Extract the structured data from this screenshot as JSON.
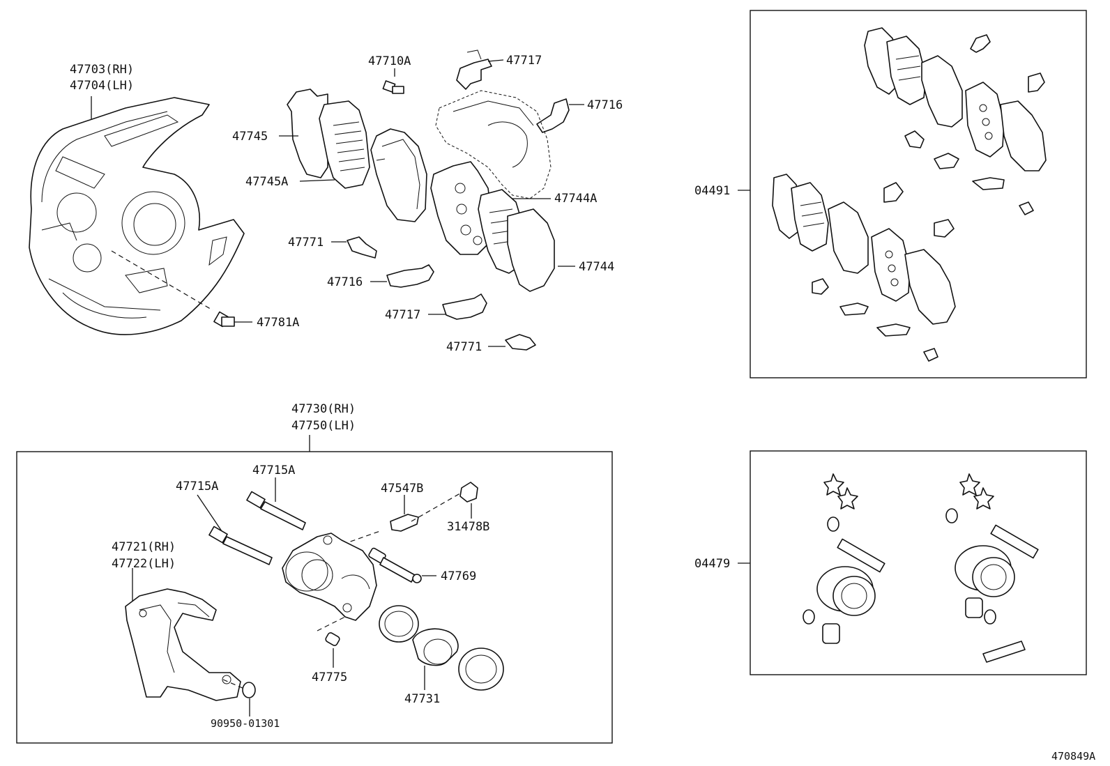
{
  "drawing_id": "470849A",
  "colors": {
    "line": "#111111",
    "background": "#ffffff"
  },
  "labels": {
    "dust_cover_rh": "47703(RH)",
    "dust_cover_lh": "47704(LH)",
    "bolt_47781A": "47781A",
    "pad_shim_47745": "47745",
    "pad_shim_47745A": "47745A",
    "bolt_47710A": "47710A",
    "clip_47717_top": "47717",
    "clip_47716_top": "47716",
    "pad_47744A": "47744A",
    "pad_47744": "47744",
    "clip_47771_a": "47771",
    "clip_47716_b": "47716",
    "clip_47717_b": "47717",
    "clip_47771_b": "47771",
    "kit_04491": "04491",
    "kit_04479": "04479",
    "caliper_rh": "47730(RH)",
    "caliper_lh": "47750(LH)",
    "pin_47715A_left": "47715A",
    "pin_47715A_top": "47715A",
    "bleeder_47547B": "47547B",
    "cap_31478B": "31478B",
    "boot_47769": "47769",
    "mounting_rh": "47721(RH)",
    "mounting_lh": "47722(LH)",
    "bushing_47775": "47775",
    "piston_47731": "47731",
    "plug_90950": "90950-01301"
  }
}
